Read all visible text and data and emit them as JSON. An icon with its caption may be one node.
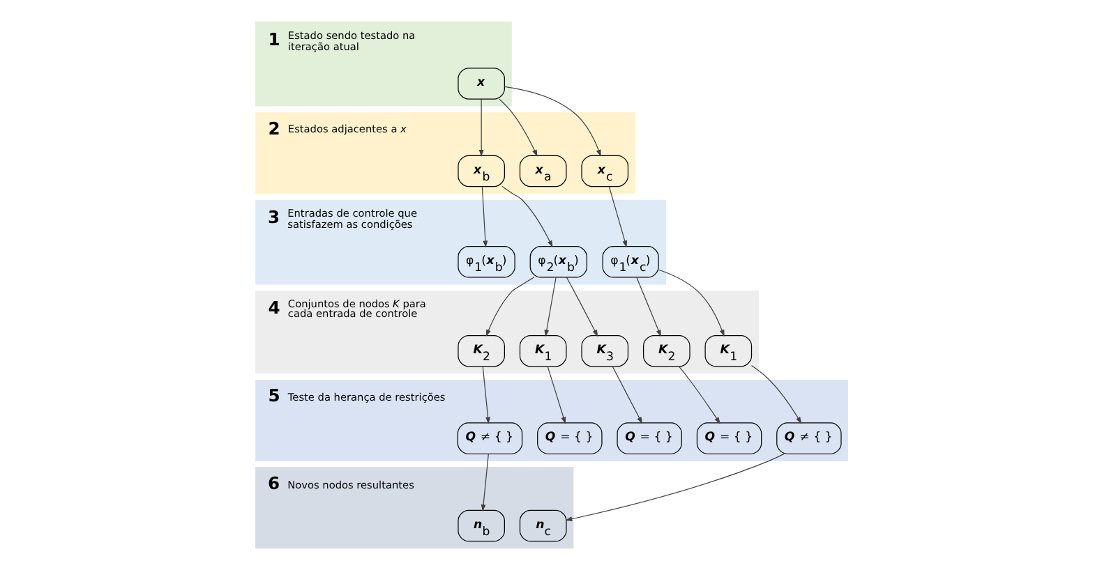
{
  "diagram": {
    "nodes": [
      {
        "text": [
          "1",
          "Estado sendo testado na iteração atual"
        ]
      },
      {
        "text": [
          "**x**"
        ],
        "in": 0
      },
      {
        "text": [
          "2",
          "Estados adjacentes a *x*"
        ]
      },
      {
        "text": [
          "**x**$_{a}$"
        ],
        "in": 2
      },
      {
        "text": [
          "**x**$_{b}$"
        ],
        "in": 2
      },
      {
        "text": [
          "**x**$_{c}$"
        ],
        "in": 2
      },
      {
        "text": [
          "3",
          "Entradas de controle que satisfazem as condições"
        ]
      },
      {
        "text": [
          "φ$_{1}$(**x**$_{b}$)"
        ],
        "in": 6
      },
      {
        "text": [
          "φ$_{2}$(**x**$_{b}$)"
        ],
        "in": 6
      },
      {
        "text": [
          "φ$_{1}$(**x**$_{c}$)"
        ],
        "in": 6
      },
      {
        "text": [
          "4",
          "Conjuntos de nodos *K* para cada entrada de controle"
        ]
      },
      {
        "text": [
          "**K**$_{1}$"
        ],
        "in": 10
      },
      {
        "text": [
          "**K**$_{2}$"
        ],
        "in": 10
      },
      {
        "text": [
          "**K**$_{3}$"
        ],
        "in": 10
      },
      {
        "text": [
          "**K**$_{1}$"
        ],
        "in": 10
      },
      {
        "text": [
          "**K**$_{2}$"
        ],
        "in": 10
      },
      {
        "text": [
          "5",
          "Teste da herança de restrições"
        ]
      },
      {
        "text": [
          "**Q** = { }"
        ],
        "in": 16
      },
      {
        "text": [
          "**Q** ≠ { }"
        ],
        "in": 16
      },
      {
        "text": [
          "**Q** = { }"
        ],
        "in": 16
      },
      {
        "text": [
          "**Q** ≠ { }"
        ],
        "in": 16
      },
      {
        "text": [
          "**Q** = { }"
        ],
        "in": 16
      },
      {
        "text": [
          "6",
          "Novos nodos resultantes"
        ]
      },
      {
        "text": [
          "**n**$_{b}$"
        ],
        "in": 22
      },
      {
        "text": [
          "**n**$_{c}$"
        ],
        "in": 22
      }
    ],
    "edges": [
      {
        "from": 1,
        "to": 3,
        "arrow": "to"
      },
      {
        "from": 1,
        "to": 4,
        "arrow": "to"
      },
      {
        "from": 1,
        "to": 5,
        "arrow": "to"
      },
      {
        "from": 4,
        "to": 7,
        "arrow": "to"
      },
      {
        "from": 4,
        "to": 8,
        "arrow": "to"
      },
      {
        "from": 5,
        "to": 9,
        "arrow": "to"
      },
      {
        "from": 8,
        "to": 11,
        "arrow": "to"
      },
      {
        "from": 8,
        "to": 12,
        "arrow": "to"
      },
      {
        "from": 8,
        "to": 13,
        "arrow": "to"
      },
      {
        "from": 9,
        "to": 14,
        "arrow": "to"
      },
      {
        "from": 9,
        "to": 15,
        "arrow": "to"
      },
      {
        "from": 11,
        "to": 17,
        "arrow": "to"
      },
      {
        "from": 12,
        "to": 18,
        "arrow": "to"
      },
      {
        "from": 13,
        "to": 19,
        "arrow": "to"
      },
      {
        "from": 14,
        "to": 20,
        "arrow": "to"
      },
      {
        "from": 15,
        "to": 21,
        "arrow": "to"
      },
      {
        "from": 18,
        "to": 23,
        "arrow": "to"
      },
      {
        "from": 20,
        "to": 24,
        "arrow": "to"
      }
    ]
  }
}
